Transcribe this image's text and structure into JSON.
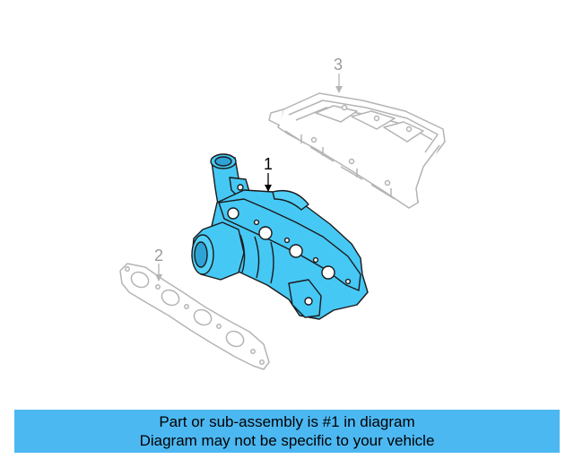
{
  "callouts": {
    "part1": "1",
    "part2": "2",
    "part3": "3"
  },
  "footer": {
    "line1": "Part or sub-assembly is #1 in diagram",
    "line2": "Diagram may not be specific to your vehicle"
  },
  "colors": {
    "highlight_part": "#46c8f5",
    "footer_bg": "#4cb8f2",
    "ghost_line": "#b4b4b4"
  }
}
